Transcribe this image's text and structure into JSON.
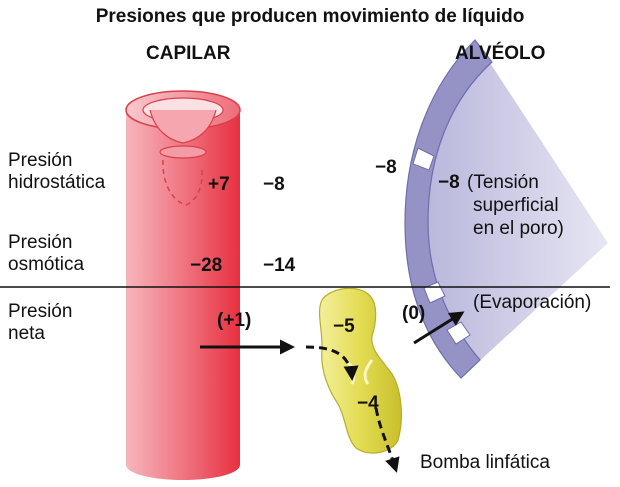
{
  "title": "Presiones que producen movimiento de líquido",
  "headers": {
    "capilar": "CAPILAR",
    "alveolo": "ALVÉOLO"
  },
  "rows": {
    "hidrostatica": [
      "Presión",
      "hidrostática"
    ],
    "osmotica": [
      "Presión",
      "osmótica"
    ],
    "neta": [
      "Presión",
      "neta"
    ]
  },
  "values": {
    "cap_hidro": "+7",
    "int_hidro": "−8",
    "cap_osm": "−28",
    "int_osm": "−14",
    "neta": "(+1)",
    "linf_1": "−5",
    "linf_2": "−4",
    "alv_izq": "−8",
    "alv_poro": "−8",
    "alv_neta": "(0)"
  },
  "annotations": {
    "tension": [
      "(Tensión",
      "superficial",
      "en el poro)"
    ],
    "evaporacion": "(Evaporación)",
    "bomba": "Bomba linfática"
  },
  "colors": {
    "capillary_dark": "#e8303f",
    "capillary_light": "#f7b5bc",
    "alveolus": "#b7b5dc",
    "lymph": "#e3dc52",
    "arrow": "#111111"
  }
}
